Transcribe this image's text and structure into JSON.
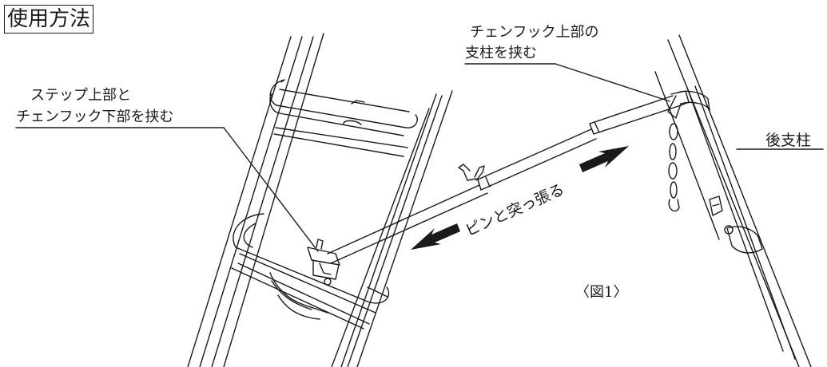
{
  "title": "使用方法",
  "labels": {
    "step_top_1": "ステップ上部と",
    "step_top_2": "チェンフック下部を挟む",
    "chain_hook_1": "チェンフック上部の",
    "chain_hook_2": "支柱を挟む",
    "rear_post": "後支柱",
    "tension": "ピンと突っ張る",
    "figure": "〈図1〉"
  }
}
